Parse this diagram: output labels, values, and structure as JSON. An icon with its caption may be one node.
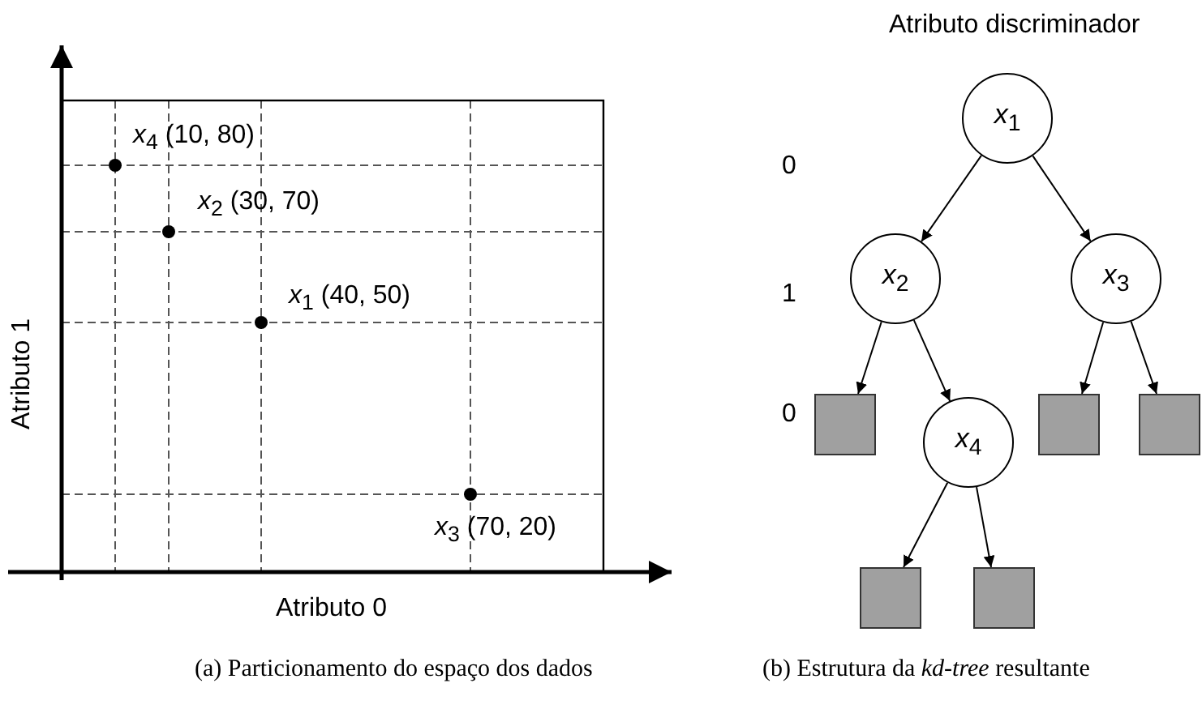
{
  "diagram": {
    "nodes": [
      {
        "text": [
          "*x*$_{1}$"
        ]
      },
      {
        "text": [
          "*x*$_{2}$"
        ]
      },
      {
        "text": [
          "*x*$_{3}$"
        ]
      },
      {
        "text": [],
        "shape": "box"
      },
      {
        "text": [
          "*x*$_{4}$"
        ]
      },
      {
        "text": [],
        "shape": "box"
      },
      {
        "text": [],
        "shape": "box"
      },
      {
        "text": [],
        "shape": "box"
      },
      {
        "text": [],
        "shape": "box"
      }
    ],
    "edges": [
      {
        "from": 0,
        "to": 1,
        "arrow": "to"
      },
      {
        "from": 0,
        "to": 2,
        "arrow": "to"
      },
      {
        "from": 1,
        "to": 3,
        "arrow": "to"
      },
      {
        "from": 1,
        "to": 4,
        "arrow": "to"
      },
      {
        "from": 2,
        "to": 5,
        "arrow": "to"
      },
      {
        "from": 2,
        "to": 6,
        "arrow": "to"
      },
      {
        "from": 4,
        "to": 7,
        "arrow": "to"
      },
      {
        "from": 4,
        "to": 8,
        "arrow": "to"
      }
    ],
    "labels": [
      "Atributo discriminador",
      "*x*$_{4}$ (10, 80)",
      "*x*$_{2}$ (30, 70)",
      "0",
      "*x*$_{1}$ (40, 50)",
      "1",
      "Atributo 1",
      "0",
      "*x*$_{3}$ (70, 20)",
      "Atributo 0",
      "(a) Particionamento do espaço dos dados",
      "(b) Estrutura da *kd-tree* resultante"
    ]
  }
}
